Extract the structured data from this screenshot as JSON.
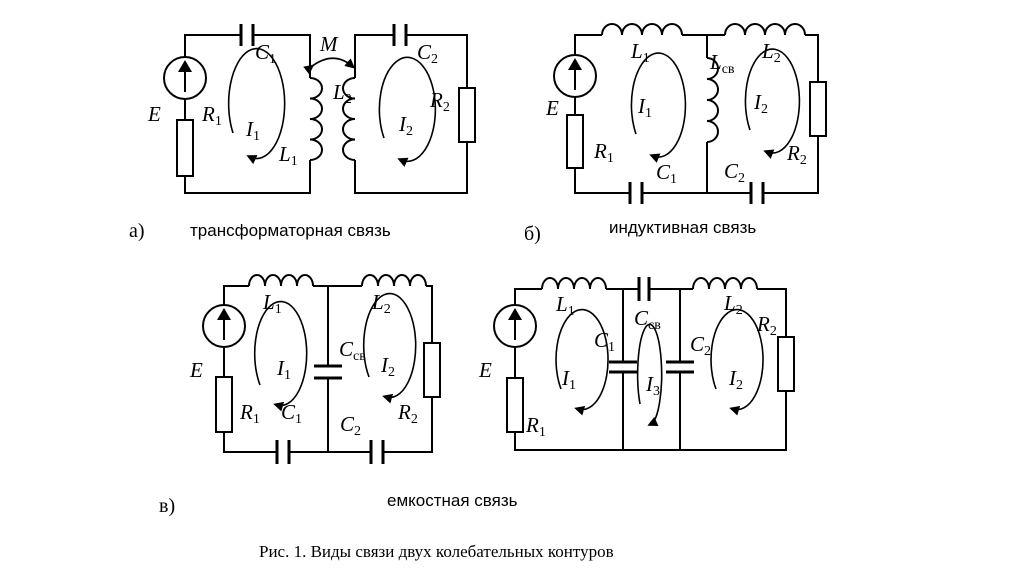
{
  "circuits": {
    "a": {
      "marker": "а)",
      "caption": "трансформаторная связь",
      "E": "E",
      "C1": {
        "l": "C",
        "s": "1"
      },
      "C2": {
        "l": "C",
        "s": "2"
      },
      "M": "M",
      "R1": {
        "l": "R",
        "s": "1"
      },
      "R2": {
        "l": "R",
        "s": "2"
      },
      "L1": {
        "l": "L",
        "s": "1"
      },
      "L2": {
        "l": "L",
        "s": "2"
      },
      "I1": {
        "l": "I",
        "s": "1"
      },
      "I2": {
        "l": "I",
        "s": "2"
      }
    },
    "b": {
      "marker": "б)",
      "caption": "индуктивная связь",
      "E": "E",
      "L1": {
        "l": "L",
        "s": "1"
      },
      "L2": {
        "l": "L",
        "s": "2"
      },
      "Lsv": {
        "l": "L",
        "s": "св"
      },
      "I1": {
        "l": "I",
        "s": "1"
      },
      "I2": {
        "l": "I",
        "s": "2"
      },
      "R1": {
        "l": "R",
        "s": "1"
      },
      "R2": {
        "l": "R",
        "s": "2"
      },
      "C1": {
        "l": "C",
        "s": "1"
      },
      "C2": {
        "l": "C",
        "s": "2"
      }
    },
    "v": {
      "marker": "в)",
      "caption": "емкостная связь",
      "left": {
        "E": "E",
        "L1": {
          "l": "L",
          "s": "1"
        },
        "L2": {
          "l": "L",
          "s": "2"
        },
        "Csv": {
          "l": "C",
          "s": "св"
        },
        "I1": {
          "l": "I",
          "s": "1"
        },
        "I2": {
          "l": "I",
          "s": "2"
        },
        "R1": {
          "l": "R",
          "s": "1"
        },
        "R2": {
          "l": "R",
          "s": "2"
        },
        "C1": {
          "l": "C",
          "s": "1"
        },
        "C2": {
          "l": "C",
          "s": "2"
        }
      },
      "right": {
        "E": "E",
        "L1": {
          "l": "L",
          "s": "1"
        },
        "L2": {
          "l": "L",
          "s": "2"
        },
        "R2": {
          "l": "R",
          "s": "2"
        },
        "Csv": {
          "l": "C",
          "s": "св"
        },
        "C1": {
          "l": "C",
          "s": "1"
        },
        "C2": {
          "l": "C",
          "s": "2"
        },
        "I1": {
          "l": "I",
          "s": "1"
        },
        "I2": {
          "l": "I",
          "s": "2"
        },
        "I3": {
          "l": "I",
          "s": "3"
        },
        "R1": {
          "l": "R",
          "s": "1"
        }
      }
    }
  },
  "figure_caption": "Рис. 1. Виды связи двух колебательных контуров"
}
